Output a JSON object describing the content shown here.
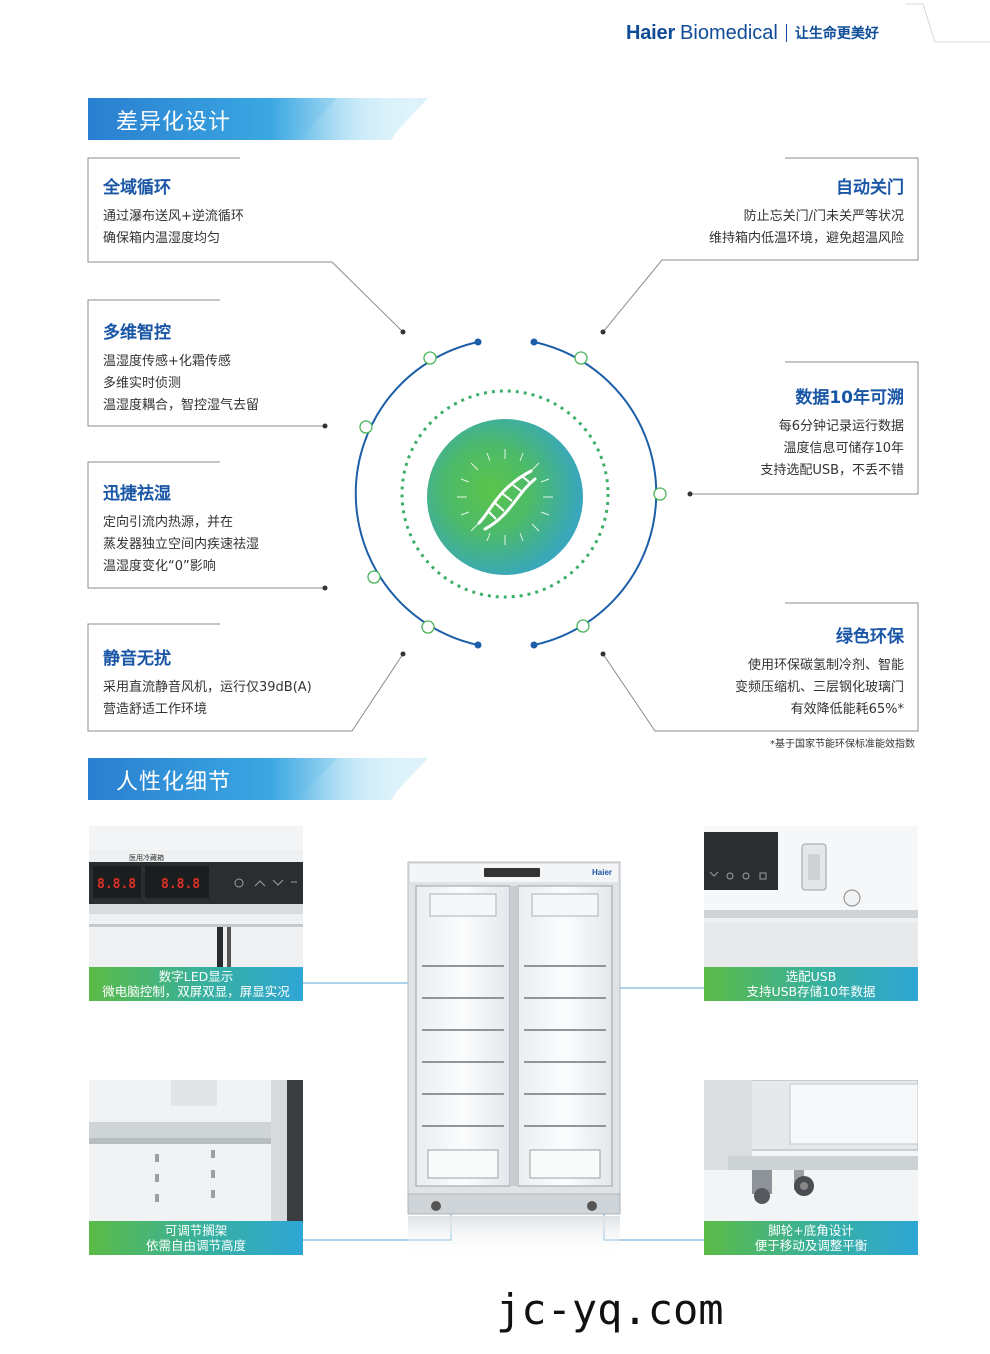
{
  "header": {
    "logo_bold": "Haier",
    "logo_rest": "Biomedical",
    "slogan": "让生命更美好"
  },
  "sections": {
    "design_title": "差异化设计",
    "detail_title": "人性化细节"
  },
  "features": {
    "circulation": {
      "title": "全域循环",
      "lines": [
        "通过瀑布送风+逆流循环",
        "确保箱内温湿度均匀"
      ]
    },
    "control": {
      "title": "多维智控",
      "lines": [
        "温湿度传感+化霜传感",
        "多维实时侦测",
        "温湿度耦合，智控湿气去留"
      ]
    },
    "dehumidify": {
      "title": "迅捷祛湿",
      "lines": [
        "定向引流内热源，并在",
        "蒸发器独立空间内疾速祛湿",
        "温湿度变化“0”影响"
      ]
    },
    "silent": {
      "title": "静音无扰",
      "lines": [
        "采用直流静音风机，运行仅39dB(A)",
        "营造舒适工作环境"
      ]
    },
    "autoclose": {
      "title": "自动关门",
      "lines": [
        "防止忘关门/门未关严等状况",
        "维持箱内低温环境，避免超温风险"
      ]
    },
    "traceable": {
      "title": "数据10年可溯",
      "lines": [
        "每6分钟记录运行数据",
        "温度信息可储存10年",
        "支持选配USB，不丢不错"
      ]
    },
    "green": {
      "title": "绿色环保",
      "lines": [
        "使用环保碳氢制冷剂、智能",
        "变频压缩机、三层钢化玻璃门",
        "有效降低能耗65%*"
      ]
    }
  },
  "footnote": "*基于国家节能环保标准能效指数",
  "details": {
    "led": {
      "line1": "数字LED显示",
      "line2": "微电脑控制，双屏双显，屏显实况",
      "display_left": "8.8.8",
      "display_right": "8.8.8",
      "panel_label": "医用冷藏箱"
    },
    "usb": {
      "line1": "选配USB",
      "line2": "支持USB存储10年数据"
    },
    "shelf": {
      "line1": "可调节搁架",
      "line2": "依需自由调节高度"
    },
    "caster": {
      "line1": "脚轮+底角设计",
      "line2": "便于移动及调整平衡"
    },
    "fridge_brand": "Haier"
  },
  "watermark": "jc-yq.com",
  "colors": {
    "brand_blue": "#1a56a6",
    "green": "#5bbb46",
    "teal": "#2fa6d6"
  }
}
